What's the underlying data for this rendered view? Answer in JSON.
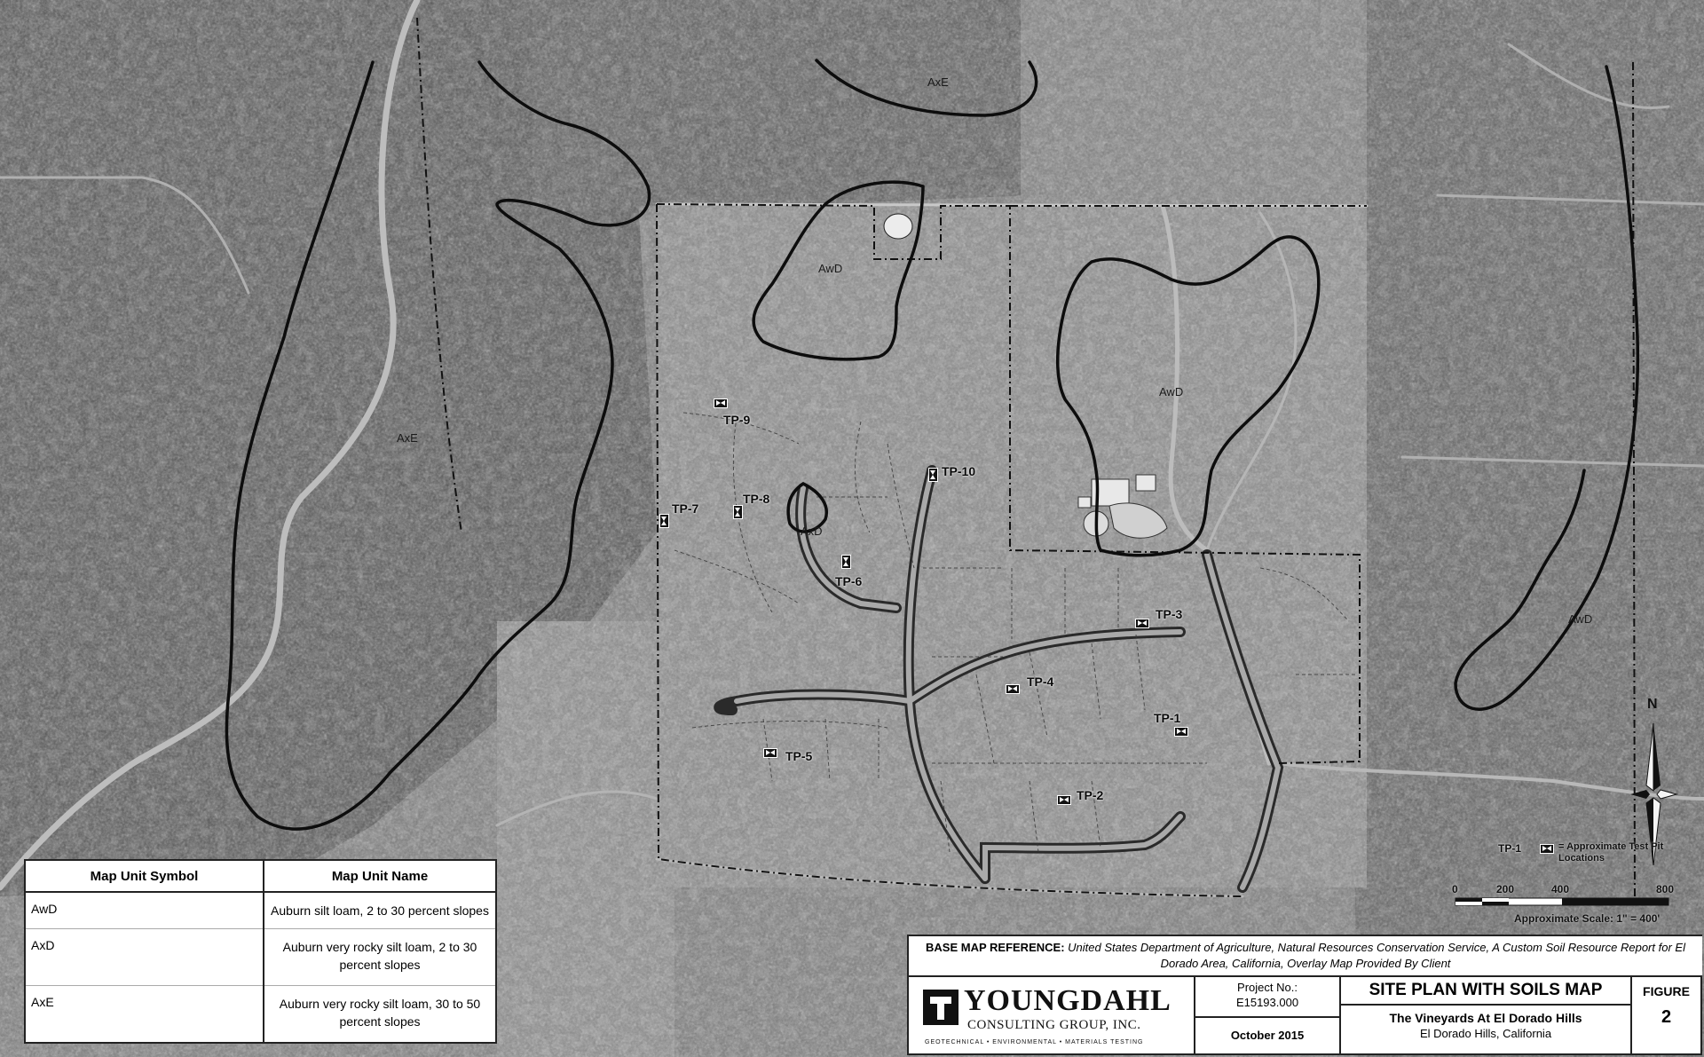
{
  "soil_units": {
    "axe_top": "AxE",
    "awd_north": "AwD",
    "awd_east": "AwD",
    "axe_west": "AxE",
    "axd_center": "AxD",
    "awd_far_east": "AwD"
  },
  "test_pits": {
    "tp1": "TP-1",
    "tp2": "TP-2",
    "tp3": "TP-3",
    "tp4": "TP-4",
    "tp5": "TP-5",
    "tp6": "TP-6",
    "tp7": "TP-7",
    "tp8": "TP-8",
    "tp9": "TP-9",
    "tp10": "TP-10"
  },
  "legend": {
    "header_symbol": "Map Unit Symbol",
    "header_name": "Map Unit Name",
    "rows": [
      {
        "symbol": "AwD",
        "name": "Auburn silt loam, 2 to 30 percent slopes"
      },
      {
        "symbol": "AxD",
        "name": "Auburn very rocky silt loam, 2 to 30 percent slopes"
      },
      {
        "symbol": "AxE",
        "name": "Auburn very rocky silt loam, 30 to 50 percent slopes"
      }
    ]
  },
  "map_key": {
    "tp_symbol": "TP-1",
    "tp_desc": "= Approximate Test Pit Locations"
  },
  "scale": {
    "ticks": [
      "0",
      "200",
      "400",
      "800"
    ],
    "text": "Approximate Scale: 1\" = 400'"
  },
  "north": {
    "label": "N"
  },
  "reference": {
    "label": "BASE MAP REFERENCE:",
    "text": "United States Department of Agriculture, Natural Resources Conservation Service, A Custom Soil Resource Report for El Dorado Area, California, Overlay Map Provided By Client"
  },
  "title_block": {
    "company_name": "YOUNGDAHL",
    "company_sub": "CONSULTING GROUP, INC.",
    "company_tagline": "GEOTECHNICAL • ENVIRONMENTAL • MATERIALS TESTING",
    "project_label": "Project No.:",
    "project_no": "E15193.000",
    "date": "October 2015",
    "map_title": "SITE PLAN WITH SOILS MAP",
    "project_name": "The Vineyards At El Dorado Hills",
    "project_location": "El Dorado Hills, California",
    "figure_label": "FIGURE",
    "figure_no": "2"
  }
}
